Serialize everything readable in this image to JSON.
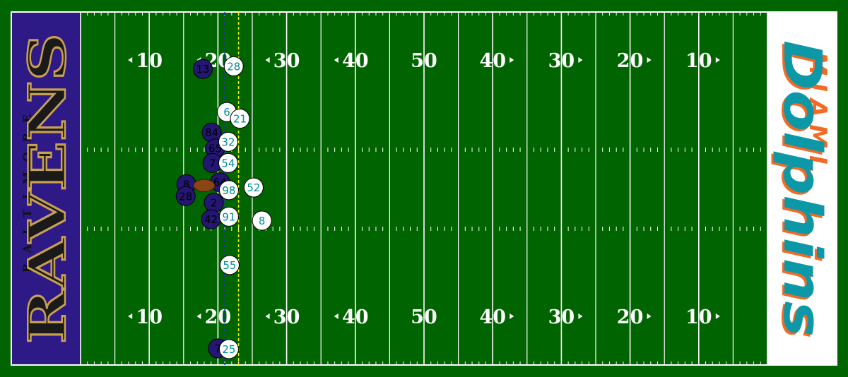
{
  "home_team": {
    "city": "BALTIMORE",
    "name": "RAVENS",
    "endzone_color": "#2e1a87",
    "text_fill": "#1a1a1a",
    "text_stroke": "#c8a050",
    "city_color": "#111111",
    "jersey_color": "#241773",
    "number_color": "#000000"
  },
  "away_team": {
    "city": "MIAMI",
    "name": "Dolphins",
    "endzone_color": "#ffffff",
    "city_color": "#f26a24",
    "name_color": "#0d98a8",
    "name_shadow": "#f26a24",
    "jersey_color": "#ffffff",
    "number_color": "#008e97"
  },
  "field": {
    "turf_color": "#006400",
    "line_color": "#ffffff",
    "line_of_scrimmage_yard": 21,
    "first_down_yard": 23,
    "line_of_scrimmage_color": "#1f3aa8",
    "first_down_color": "#f2f200",
    "yard_numbers": [
      {
        "label": "10",
        "yard": 10,
        "arrow": "left"
      },
      {
        "label": "20",
        "yard": 20,
        "arrow": "left"
      },
      {
        "label": "30",
        "yard": 30,
        "arrow": "left"
      },
      {
        "label": "40",
        "yard": 40,
        "arrow": "left"
      },
      {
        "label": "50",
        "yard": 50,
        "arrow": "none"
      },
      {
        "label": "40",
        "yard": 60,
        "arrow": "right"
      },
      {
        "label": "30",
        "yard": 70,
        "arrow": "right"
      },
      {
        "label": "20",
        "yard": 80,
        "arrow": "right"
      },
      {
        "label": "10",
        "yard": 90,
        "arrow": "right"
      }
    ]
  },
  "ball": {
    "yard": 18,
    "lateral": 26.2,
    "color": "#8b4513"
  },
  "players": [
    {
      "team": "home",
      "number": "13",
      "yard": 17.8,
      "lateral": 8.6
    },
    {
      "team": "home",
      "number": "84",
      "yard": 19.1,
      "lateral": 18.2
    },
    {
      "team": "home",
      "number": "65",
      "yard": 19.6,
      "lateral": 20.6
    },
    {
      "team": "home",
      "number": "7",
      "yard": 19.2,
      "lateral": 22.8
    },
    {
      "team": "home",
      "number": "64",
      "yard": 20.3,
      "lateral": 25.7
    },
    {
      "team": "home",
      "number": "8",
      "yard": 15.4,
      "lateral": 26.0
    },
    {
      "team": "home",
      "number": "28",
      "yard": 15.3,
      "lateral": 27.8
    },
    {
      "team": "home",
      "number": "2",
      "yard": 19.4,
      "lateral": 28.8
    },
    {
      "team": "home",
      "number": "42",
      "yard": 19.0,
      "lateral": 31.3
    },
    {
      "team": "home",
      "number": "7",
      "yard": 20.0,
      "lateral": 50.8
    },
    {
      "team": "away",
      "number": "28",
      "yard": 22.3,
      "lateral": 8.2
    },
    {
      "team": "away",
      "number": "6",
      "yard": 21.3,
      "lateral": 15.1
    },
    {
      "team": "away",
      "number": "21",
      "yard": 23.2,
      "lateral": 16.1
    },
    {
      "team": "away",
      "number": "32",
      "yard": 21.5,
      "lateral": 19.6
    },
    {
      "team": "away",
      "number": "54",
      "yard": 21.5,
      "lateral": 22.8
    },
    {
      "team": "away",
      "number": "98",
      "yard": 21.6,
      "lateral": 26.9
    },
    {
      "team": "away",
      "number": "52",
      "yard": 25.2,
      "lateral": 26.5
    },
    {
      "team": "away",
      "number": "91",
      "yard": 21.6,
      "lateral": 30.9
    },
    {
      "team": "away",
      "number": "8",
      "yard": 26.4,
      "lateral": 31.5
    },
    {
      "team": "away",
      "number": "55",
      "yard": 21.7,
      "lateral": 38.2
    },
    {
      "team": "away",
      "number": "25",
      "yard": 21.6,
      "lateral": 50.9
    }
  ]
}
